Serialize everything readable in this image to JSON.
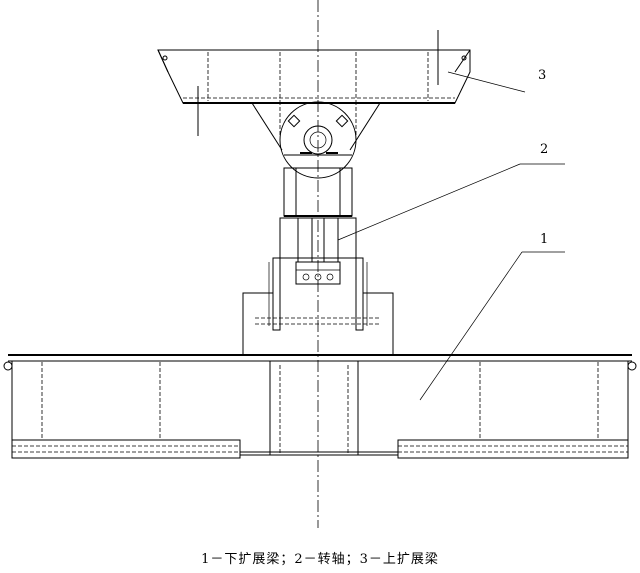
{
  "callouts": {
    "c1": "1",
    "c2": "2",
    "c3": "3"
  },
  "caption": "1－下扩展梁；2－转轴；3－上扩展梁"
}
